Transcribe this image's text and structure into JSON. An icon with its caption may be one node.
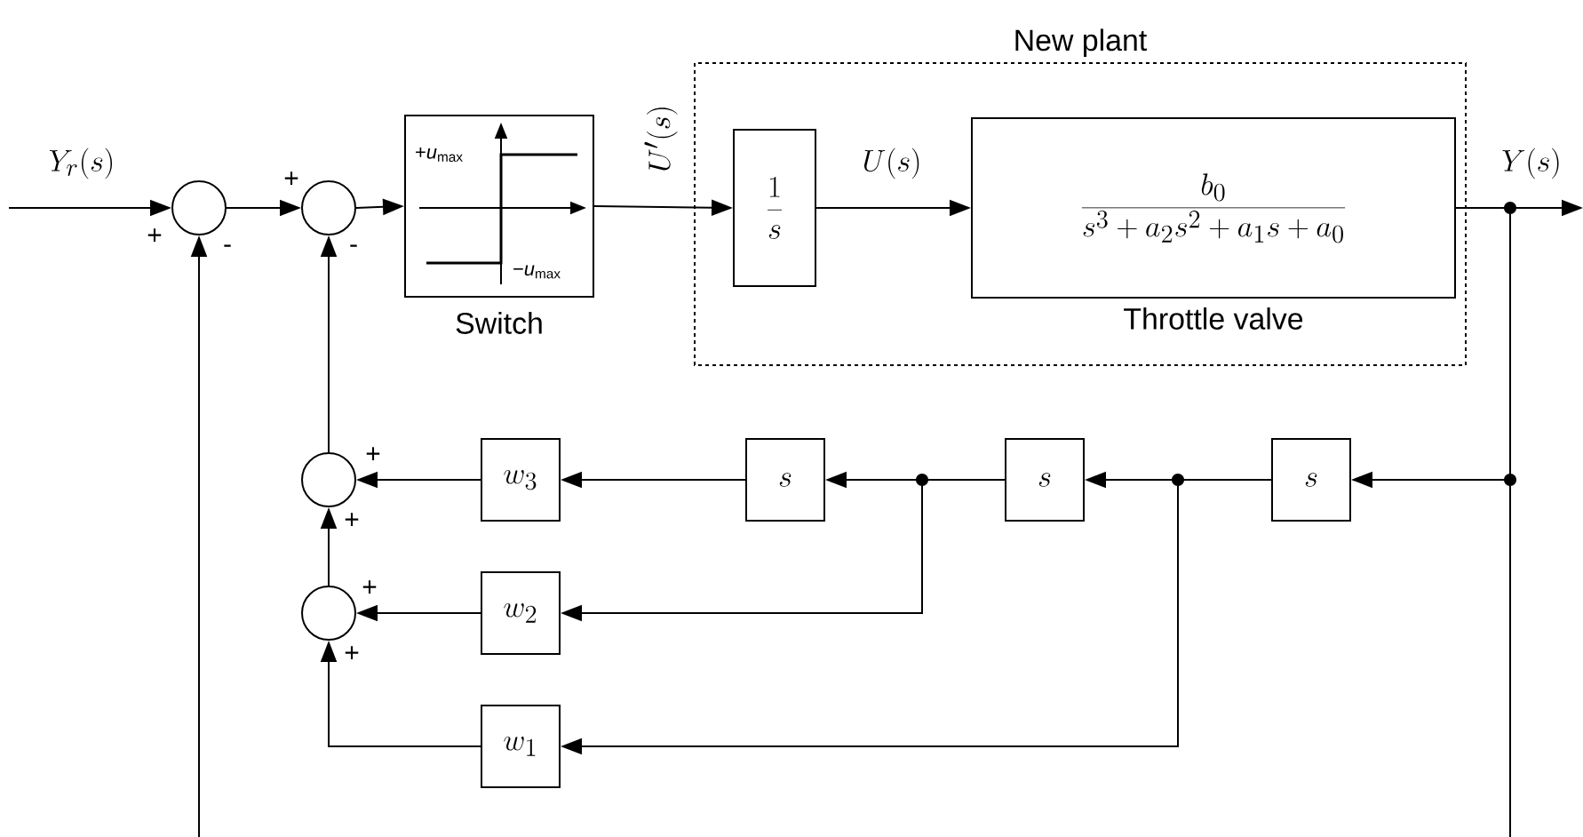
{
  "diagram": {
    "nodes": [
      {
        "text": [],
        "shape": "circle"
      },
      {
        "text": [],
        "shape": "circle"
      },
      {
        "text": [
          "+*u*$_{max}$",
          "−*u*$_{max}$",
          "Switch"
        ]
      },
      {
        "text": [
          "New plant"
        ]
      },
      {
        "text": [
          "\\frac{1}{s}"
        ],
        "in": 3
      },
      {
        "text": [
          "\\frac{b_0}{s^3 + a_2 s^2 + a_1 s + a_0}",
          "Throttle valve"
        ],
        "in": 3
      },
      {
        "text": [
          "s"
        ]
      },
      {
        "text": [
          "s"
        ]
      },
      {
        "text": [
          "s"
        ]
      },
      {
        "text": [
          "w_3"
        ]
      },
      {
        "text": [
          "w_2"
        ]
      },
      {
        "text": [
          "w_1"
        ]
      },
      {
        "text": [],
        "shape": "circle"
      },
      {
        "text": [],
        "shape": "circle"
      }
    ],
    "edges": [
      {
        "from": null,
        "to": 0,
        "arrow": "to",
        "label": "Y_r(s)"
      },
      {
        "from": 0,
        "to": 1,
        "arrow": "to"
      },
      {
        "from": 1,
        "to": 2,
        "arrow": "to"
      },
      {
        "from": 2,
        "to": 4,
        "arrow": "to",
        "label": "U'(s)"
      },
      {
        "from": 4,
        "to": 5,
        "arrow": "to",
        "label": "U(s)"
      },
      {
        "from": 5,
        "to": null,
        "arrow": "to",
        "label": "Y(s)"
      },
      {
        "from": 5,
        "to": null,
        "arrow": "none"
      },
      {
        "from": null,
        "to": 0,
        "arrow": "to"
      },
      {
        "from": 5,
        "to": 6,
        "arrow": "to"
      },
      {
        "from": 6,
        "to": 7,
        "arrow": "to"
      },
      {
        "from": 7,
        "to": 8,
        "arrow": "to"
      },
      {
        "from": 8,
        "to": 9,
        "arrow": "to"
      },
      {
        "from": 9,
        "to": 12,
        "arrow": "to"
      },
      {
        "from": 7,
        "to": 10,
        "arrow": "to"
      },
      {
        "from": 6,
        "to": 11,
        "arrow": "to"
      },
      {
        "from": 10,
        "to": 13,
        "arrow": "to"
      },
      {
        "from": 11,
        "to": 13,
        "arrow": "to"
      },
      {
        "from": 13,
        "to": 12,
        "arrow": "to"
      },
      {
        "from": 12,
        "to": 1,
        "arrow": "to"
      }
    ],
    "labels": [
      "+",
      "+",
      "-",
      "-",
      "+",
      "+",
      "+",
      "+"
    ]
  }
}
